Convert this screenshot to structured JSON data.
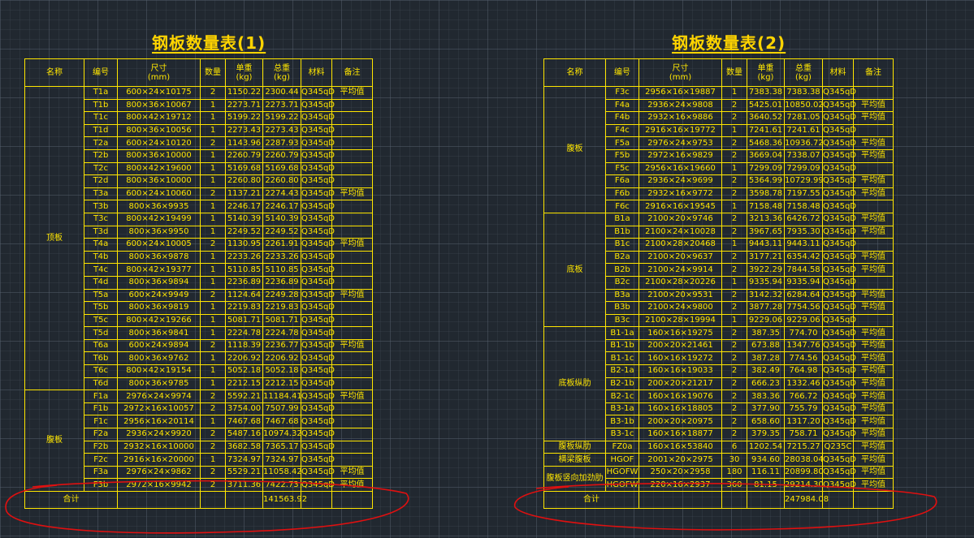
{
  "table1": {
    "title": "钢板数量表(1)",
    "headers": {
      "name": "名称",
      "code": "编号",
      "size": "尺寸",
      "size_unit": "(mm)",
      "qty": "数量",
      "unit_w": "单重",
      "unit_w_unit": "(kg)",
      "total_w": "总重",
      "total_w_unit": "(kg)",
      "material": "材料",
      "remark": "备注"
    },
    "groups": [
      {
        "name": "顶板",
        "rows": [
          {
            "code": "T1a",
            "size": "600×24×10175",
            "qty": "2",
            "unit": "1150.22",
            "total": "2300.44",
            "mat": "Q345qD",
            "remark": "平均值"
          },
          {
            "code": "T1b",
            "size": "800×36×10067",
            "qty": "1",
            "unit": "2273.71",
            "total": "2273.71",
            "mat": "Q345qD",
            "remark": ""
          },
          {
            "code": "T1c",
            "size": "800×42×19712",
            "qty": "1",
            "unit": "5199.22",
            "total": "5199.22",
            "mat": "Q345qD",
            "remark": ""
          },
          {
            "code": "T1d",
            "size": "800×36×10056",
            "qty": "1",
            "unit": "2273.43",
            "total": "2273.43",
            "mat": "Q345qD",
            "remark": ""
          },
          {
            "code": "T2a",
            "size": "600×24×10120",
            "qty": "2",
            "unit": "1143.96",
            "total": "2287.93",
            "mat": "Q345qD",
            "remark": ""
          },
          {
            "code": "T2b",
            "size": "800×36×10000",
            "qty": "1",
            "unit": "2260.79",
            "total": "2260.79",
            "mat": "Q345qD",
            "remark": ""
          },
          {
            "code": "T2c",
            "size": "800×42×19600",
            "qty": "1",
            "unit": "5169.68",
            "total": "5169.68",
            "mat": "Q345qD",
            "remark": ""
          },
          {
            "code": "T2d",
            "size": "800×36×10000",
            "qty": "1",
            "unit": "2260.80",
            "total": "2260.80",
            "mat": "Q345qD",
            "remark": ""
          },
          {
            "code": "T3a",
            "size": "600×24×10060",
            "qty": "2",
            "unit": "1137.21",
            "total": "2274.43",
            "mat": "Q345qD",
            "remark": "平均值"
          },
          {
            "code": "T3b",
            "size": "800×36×9935",
            "qty": "1",
            "unit": "2246.17",
            "total": "2246.17",
            "mat": "Q345qD",
            "remark": ""
          },
          {
            "code": "T3c",
            "size": "800×42×19499",
            "qty": "1",
            "unit": "5140.39",
            "total": "5140.39",
            "mat": "Q345qD",
            "remark": ""
          },
          {
            "code": "T3d",
            "size": "800×36×9950",
            "qty": "1",
            "unit": "2249.52",
            "total": "2249.52",
            "mat": "Q345qD",
            "remark": ""
          },
          {
            "code": "T4a",
            "size": "600×24×10005",
            "qty": "2",
            "unit": "1130.95",
            "total": "2261.91",
            "mat": "Q345qD",
            "remark": "平均值"
          },
          {
            "code": "T4b",
            "size": "800×36×9878",
            "qty": "1",
            "unit": "2233.26",
            "total": "2233.26",
            "mat": "Q345qD",
            "remark": ""
          },
          {
            "code": "T4c",
            "size": "800×42×19377",
            "qty": "1",
            "unit": "5110.85",
            "total": "5110.85",
            "mat": "Q345qD",
            "remark": ""
          },
          {
            "code": "T4d",
            "size": "800×36×9894",
            "qty": "1",
            "unit": "2236.89",
            "total": "2236.89",
            "mat": "Q345qD",
            "remark": ""
          },
          {
            "code": "T5a",
            "size": "600×24×9949",
            "qty": "2",
            "unit": "1124.64",
            "total": "2249.28",
            "mat": "Q345qD",
            "remark": "平均值"
          },
          {
            "code": "T5b",
            "size": "800×36×9819",
            "qty": "1",
            "unit": "2219.83",
            "total": "2219.83",
            "mat": "Q345qD",
            "remark": ""
          },
          {
            "code": "T5c",
            "size": "800×42×19266",
            "qty": "1",
            "unit": "5081.71",
            "total": "5081.71",
            "mat": "Q345qD",
            "remark": ""
          },
          {
            "code": "T5d",
            "size": "800×36×9841",
            "qty": "1",
            "unit": "2224.78",
            "total": "2224.78",
            "mat": "Q345qD",
            "remark": ""
          },
          {
            "code": "T6a",
            "size": "600×24×9894",
            "qty": "2",
            "unit": "1118.39",
            "total": "2236.77",
            "mat": "Q345qD",
            "remark": "平均值"
          },
          {
            "code": "T6b",
            "size": "800×36×9762",
            "qty": "1",
            "unit": "2206.92",
            "total": "2206.92",
            "mat": "Q345qD",
            "remark": ""
          },
          {
            "code": "T6c",
            "size": "800×42×19154",
            "qty": "1",
            "unit": "5052.18",
            "total": "5052.18",
            "mat": "Q345qD",
            "remark": ""
          },
          {
            "code": "T6d",
            "size": "800×36×9785",
            "qty": "1",
            "unit": "2212.15",
            "total": "2212.15",
            "mat": "Q345qD",
            "remark": ""
          }
        ]
      },
      {
        "name": "腹板",
        "rows": [
          {
            "code": "F1a",
            "size": "2976×24×9974",
            "qty": "2",
            "unit": "5592.21",
            "total": "11184.41",
            "mat": "Q345qD",
            "remark": "平均值"
          },
          {
            "code": "F1b",
            "size": "2972×16×10057",
            "qty": "2",
            "unit": "3754.00",
            "total": "7507.99",
            "mat": "Q345qD",
            "remark": ""
          },
          {
            "code": "F1c",
            "size": "2956×16×20114",
            "qty": "1",
            "unit": "7467.68",
            "total": "7467.68",
            "mat": "Q345qD",
            "remark": ""
          },
          {
            "code": "F2a",
            "size": "2936×24×9920",
            "qty": "2",
            "unit": "5487.16",
            "total": "10974.32",
            "mat": "Q345qD",
            "remark": ""
          },
          {
            "code": "F2b",
            "size": "2932×16×10000",
            "qty": "2",
            "unit": "3682.58",
            "total": "7365.17",
            "mat": "Q345qD",
            "remark": ""
          },
          {
            "code": "F2c",
            "size": "2916×16×20000",
            "qty": "1",
            "unit": "7324.97",
            "total": "7324.97",
            "mat": "Q345qD",
            "remark": ""
          },
          {
            "code": "F3a",
            "size": "2976×24×9862",
            "qty": "2",
            "unit": "5529.21",
            "total": "11058.42",
            "mat": "Q345qD",
            "remark": "平均值"
          },
          {
            "code": "F3b",
            "size": "2972×16×9942",
            "qty": "2",
            "unit": "3711.36",
            "total": "7422.73",
            "mat": "Q345qD",
            "remark": "平均值"
          }
        ]
      }
    ],
    "total_label": "合计",
    "total_value": "141563.92"
  },
  "table2": {
    "title": "钢板数量表(2)",
    "headers": {
      "name": "名称",
      "code": "编号",
      "size": "尺寸",
      "size_unit": "(mm)",
      "qty": "数量",
      "unit_w": "单重",
      "unit_w_unit": "(kg)",
      "total_w": "总重",
      "total_w_unit": "(kg)",
      "material": "材料",
      "remark": "备注"
    },
    "groups": [
      {
        "name": "腹板",
        "rows": [
          {
            "code": "F3c",
            "size": "2956×16×19887",
            "qty": "1",
            "unit": "7383.38",
            "total": "7383.38",
            "mat": "Q345qD",
            "remark": ""
          },
          {
            "code": "F4a",
            "size": "2936×24×9808",
            "qty": "2",
            "unit": "5425.01",
            "total": "10850.02",
            "mat": "Q345qD",
            "remark": "平均值"
          },
          {
            "code": "F4b",
            "size": "2932×16×9886",
            "qty": "2",
            "unit": "3640.52",
            "total": "7281.05",
            "mat": "Q345qD",
            "remark": "平均值"
          },
          {
            "code": "F4c",
            "size": "2916×16×19772",
            "qty": "1",
            "unit": "7241.61",
            "total": "7241.61",
            "mat": "Q345qD",
            "remark": ""
          },
          {
            "code": "F5a",
            "size": "2976×24×9753",
            "qty": "2",
            "unit": "5468.36",
            "total": "10936.72",
            "mat": "Q345qD",
            "remark": "平均值"
          },
          {
            "code": "F5b",
            "size": "2972×16×9829",
            "qty": "2",
            "unit": "3669.04",
            "total": "7338.07",
            "mat": "Q345qD",
            "remark": "平均值"
          },
          {
            "code": "F5c",
            "size": "2956×16×19660",
            "qty": "1",
            "unit": "7299.09",
            "total": "7299.09",
            "mat": "Q345qD",
            "remark": ""
          },
          {
            "code": "F6a",
            "size": "2936×24×9699",
            "qty": "2",
            "unit": "5364.99",
            "total": "10729.99",
            "mat": "Q345qD",
            "remark": "平均值"
          },
          {
            "code": "F6b",
            "size": "2932×16×9772",
            "qty": "2",
            "unit": "3598.78",
            "total": "7197.55",
            "mat": "Q345qD",
            "remark": "平均值"
          },
          {
            "code": "F6c",
            "size": "2916×16×19545",
            "qty": "1",
            "unit": "7158.48",
            "total": "7158.48",
            "mat": "Q345qD",
            "remark": ""
          }
        ]
      },
      {
        "name": "底板",
        "rows": [
          {
            "code": "B1a",
            "size": "2100×20×9746",
            "qty": "2",
            "unit": "3213.36",
            "total": "6426.72",
            "mat": "Q345qD",
            "remark": "平均值"
          },
          {
            "code": "B1b",
            "size": "2100×24×10028",
            "qty": "2",
            "unit": "3967.65",
            "total": "7935.30",
            "mat": "Q345qD",
            "remark": "平均值"
          },
          {
            "code": "B1c",
            "size": "2100×28×20468",
            "qty": "1",
            "unit": "9443.11",
            "total": "9443.11",
            "mat": "Q345qD",
            "remark": ""
          },
          {
            "code": "B2a",
            "size": "2100×20×9637",
            "qty": "2",
            "unit": "3177.21",
            "total": "6354.42",
            "mat": "Q345qD",
            "remark": "平均值"
          },
          {
            "code": "B2b",
            "size": "2100×24×9914",
            "qty": "2",
            "unit": "3922.29",
            "total": "7844.58",
            "mat": "Q345qD",
            "remark": "平均值"
          },
          {
            "code": "B2c",
            "size": "2100×28×20226",
            "qty": "1",
            "unit": "9335.94",
            "total": "9335.94",
            "mat": "Q345qD",
            "remark": ""
          },
          {
            "code": "B3a",
            "size": "2100×20×9531",
            "qty": "2",
            "unit": "3142.32",
            "total": "6284.64",
            "mat": "Q345qD",
            "remark": "平均值"
          },
          {
            "code": "B3b",
            "size": "2100×24×9800",
            "qty": "2",
            "unit": "3877.28",
            "total": "7754.56",
            "mat": "Q345qD",
            "remark": "平均值"
          },
          {
            "code": "B3c",
            "size": "2100×28×19994",
            "qty": "1",
            "unit": "9229.06",
            "total": "9229.06",
            "mat": "Q345qD",
            "remark": ""
          }
        ]
      },
      {
        "name": "底板纵肋",
        "rows": [
          {
            "code": "B1-1a",
            "size": "160×16×19275",
            "qty": "2",
            "unit": "387.35",
            "total": "774.70",
            "mat": "Q345qD",
            "remark": "平均值"
          },
          {
            "code": "B1-1b",
            "size": "200×20×21461",
            "qty": "2",
            "unit": "673.88",
            "total": "1347.76",
            "mat": "Q345qD",
            "remark": "平均值"
          },
          {
            "code": "B1-1c",
            "size": "160×16×19272",
            "qty": "2",
            "unit": "387.28",
            "total": "774.56",
            "mat": "Q345qD",
            "remark": "平均值"
          },
          {
            "code": "B2-1a",
            "size": "160×16×19033",
            "qty": "2",
            "unit": "382.49",
            "total": "764.98",
            "mat": "Q345qD",
            "remark": "平均值"
          },
          {
            "code": "B2-1b",
            "size": "200×20×21217",
            "qty": "2",
            "unit": "666.23",
            "total": "1332.46",
            "mat": "Q345qD",
            "remark": "平均值"
          },
          {
            "code": "B2-1c",
            "size": "160×16×19076",
            "qty": "2",
            "unit": "383.36",
            "total": "766.72",
            "mat": "Q345qD",
            "remark": "平均值"
          },
          {
            "code": "B3-1a",
            "size": "160×16×18805",
            "qty": "2",
            "unit": "377.90",
            "total": "755.79",
            "mat": "Q345qD",
            "remark": "平均值"
          },
          {
            "code": "B3-1b",
            "size": "200×20×20975",
            "qty": "2",
            "unit": "658.60",
            "total": "1317.20",
            "mat": "Q345qD",
            "remark": "平均值"
          },
          {
            "code": "B3-1c",
            "size": "160×16×18877",
            "qty": "2",
            "unit": "379.35",
            "total": "758.71",
            "mat": "Q345qD",
            "remark": "平均值"
          }
        ]
      },
      {
        "name": "腹板纵肋",
        "rows": [
          {
            "code": "FZ0a",
            "size": "160×16×53840",
            "qty": "6",
            "unit": "1202.54",
            "total": "7215.27",
            "mat": "Q235C",
            "remark": "平均值"
          }
        ]
      },
      {
        "name": "横梁腹板",
        "rows": [
          {
            "code": "HGOF",
            "size": "2001×20×2975",
            "qty": "30",
            "unit": "934.60",
            "total": "28038.04",
            "mat": "Q345qD",
            "remark": "平均值"
          }
        ]
      },
      {
        "name": "腹板竖向加劲肋",
        "rows": [
          {
            "code": "HGOFW",
            "size": "250×20×2958",
            "qty": "180",
            "unit": "116.11",
            "total": "20899.80",
            "mat": "Q345qD",
            "remark": "平均值"
          },
          {
            "code": "HGOFW",
            "size": "220×16×2937",
            "qty": "360",
            "unit": "81.15",
            "total": "29214.30",
            "mat": "Q345qD",
            "remark": "平均值"
          }
        ]
      }
    ],
    "total_label": "合计",
    "total_value": "247984.08"
  }
}
